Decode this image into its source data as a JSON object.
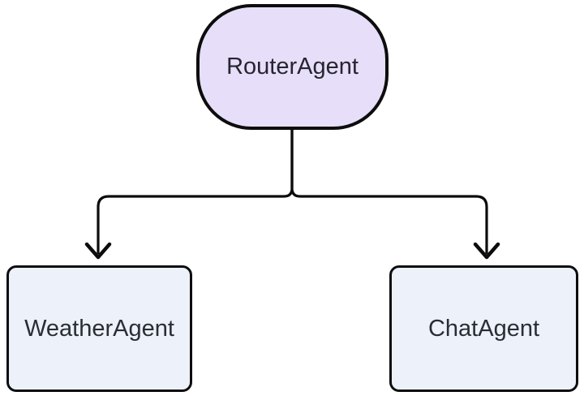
{
  "diagram": {
    "type": "flowchart",
    "direction": "top-down",
    "background": "#ffffff",
    "edge_color": "#0c0c0c",
    "nodes": [
      {
        "id": "RouterAgent",
        "label": "RouterAgent",
        "shape": "stadium",
        "fill": "#e7dffa",
        "stroke": "#0d0d0d",
        "text_color": "#27252f"
      },
      {
        "id": "WeatherAgent",
        "label": "WeatherAgent",
        "shape": "rounded-rectangle",
        "fill": "#ecf1fa",
        "stroke": "#0d0d0d",
        "text_color": "#2a2d34"
      },
      {
        "id": "ChatAgent",
        "label": "ChatAgent",
        "shape": "rounded-rectangle",
        "fill": "#ecf1fa",
        "stroke": "#0d0d0d",
        "text_color": "#2a2d34"
      }
    ],
    "edges": [
      {
        "from": "RouterAgent",
        "to": "WeatherAgent",
        "style": "arrow"
      },
      {
        "from": "RouterAgent",
        "to": "ChatAgent",
        "style": "arrow"
      }
    ]
  }
}
